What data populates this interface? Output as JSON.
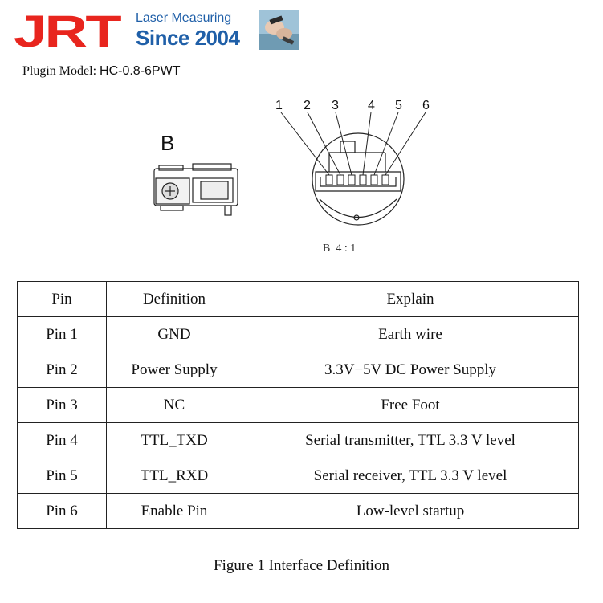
{
  "logo": {
    "mark": "JRT",
    "tagline": "Laser Measuring",
    "since": "Since 2004",
    "brand_red": "#e8251e",
    "brand_blue": "#1f5fa8"
  },
  "plugin": {
    "label": "Plugin Model:",
    "model": "HC-0.8-6PWT"
  },
  "drawing": {
    "view_letter": "B",
    "pin_numbers": [
      "1",
      "2",
      "3",
      "4",
      "5",
      "6"
    ],
    "scale_label": "B  4 : 1"
  },
  "table": {
    "headers": [
      "Pin",
      "Definition",
      "Explain"
    ],
    "rows": [
      [
        "Pin 1",
        "GND",
        "Earth wire"
      ],
      [
        "Pin 2",
        "Power Supply",
        "3.3V−5V DC Power Supply"
      ],
      [
        "Pin 3",
        "NC",
        "Free Foot"
      ],
      [
        "Pin 4",
        "TTL_TXD",
        "Serial transmitter, TTL 3.3 V level"
      ],
      [
        "Pin 5",
        "TTL_RXD",
        "Serial receiver, TTL 3.3 V level"
      ],
      [
        "Pin 6",
        "Enable Pin",
        "Low-level startup"
      ]
    ]
  },
  "caption": "Figure 1 Interface Definition"
}
